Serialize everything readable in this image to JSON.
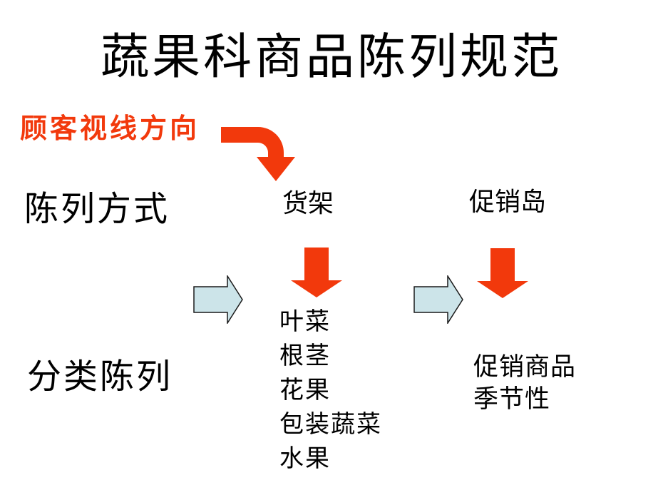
{
  "slide": {
    "title": "蔬果科商品陈列规范",
    "gaze_label": "顾客视线方向",
    "display_method": {
      "label": "陈列方式",
      "shelf": "货架",
      "promo_island": "促销岛"
    },
    "category": {
      "label": "分类陈列",
      "shelf_items": [
        "叶菜",
        "根茎",
        "花果",
        "包装蔬菜",
        "水果"
      ],
      "island_items": [
        "促销商品",
        "季节性"
      ]
    },
    "icons": {
      "elbow_arrow": "curved-elbow-down-arrow",
      "down_arrow": "block-down-arrow",
      "right_arrow": "block-right-arrow"
    },
    "colors": {
      "accent_red": "#F2390C",
      "blue_fill": "#CCE4E9",
      "blue_stroke": "#1A1A1A",
      "text": "#000000",
      "background": "#FFFFFF"
    }
  }
}
